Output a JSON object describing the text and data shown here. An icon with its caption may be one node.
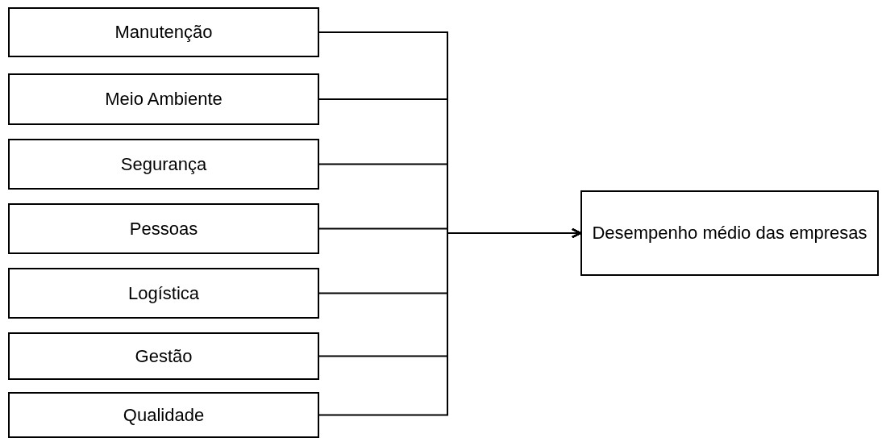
{
  "diagram": {
    "nodes": [
      {
        "text": [
          "Manutenção"
        ]
      },
      {
        "text": [
          "Meio Ambiente"
        ]
      },
      {
        "text": [
          "Segurança"
        ]
      },
      {
        "text": [
          "Pessoas"
        ]
      },
      {
        "text": [
          "Logística"
        ]
      },
      {
        "text": [
          "Gestão"
        ]
      },
      {
        "text": [
          "Qualidade"
        ]
      },
      {
        "text": [
          "Desempenho médio das empresas"
        ]
      }
    ],
    "edges": [
      {
        "from": 0,
        "to": 7,
        "arrow": "to"
      },
      {
        "from": 1,
        "to": 7,
        "arrow": "to"
      },
      {
        "from": 2,
        "to": 7,
        "arrow": "to"
      },
      {
        "from": 3,
        "to": 7,
        "arrow": "to"
      },
      {
        "from": 4,
        "to": 7,
        "arrow": "to"
      },
      {
        "from": 5,
        "to": 7,
        "arrow": "to"
      },
      {
        "from": 6,
        "to": 7,
        "arrow": "to"
      }
    ]
  }
}
